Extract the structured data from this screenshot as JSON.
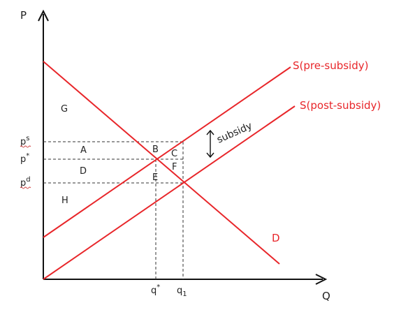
{
  "axes": {
    "y_label": "P",
    "x_label": "Q"
  },
  "curves": {
    "supply_pre": "S(pre-subsidy)",
    "supply_post": "S(post-subsidy)",
    "demand": "D"
  },
  "price_ticks": {
    "ps": {
      "base": "p",
      "sup": "s"
    },
    "pstar": {
      "base": "p",
      "sup": "*"
    },
    "pd": {
      "base": "p",
      "sup": "d"
    }
  },
  "quantity_ticks": {
    "qstar": {
      "base": "q",
      "sup": "*"
    },
    "q1": {
      "base": "q",
      "sub": "1"
    }
  },
  "regions": {
    "G": "G",
    "A": "A",
    "B": "B",
    "C": "C",
    "D": "D",
    "E": "E",
    "F": "F",
    "H": "H"
  },
  "subsidy_label": "subsidy",
  "colors": {
    "curve": "#e8262a",
    "axis": "#111111",
    "guide": "#333333"
  }
}
